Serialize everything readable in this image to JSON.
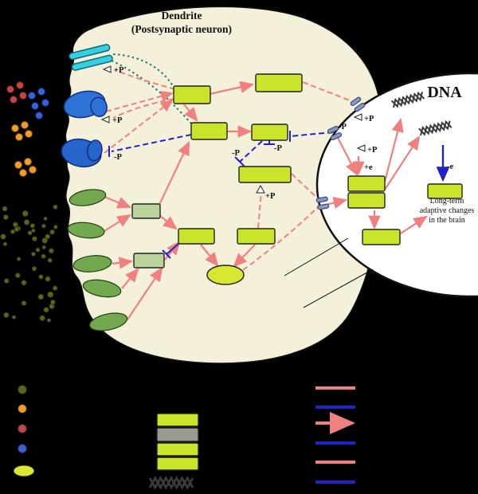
{
  "title": {
    "line1": "Dendrite",
    "line2": "(Postsynaptic neuron)"
  },
  "nucleus": {
    "dna_label": "DNA",
    "longterm_note": "Long-term adaptive changes in the brain"
  },
  "labels": {
    "phosphorylate": "+P",
    "dephosphorylate": "-P",
    "increase_expression": "+e",
    "decrease_expression": "-e"
  },
  "colors": {
    "background": "#000000",
    "cell_fill": "#f5f0da",
    "nucleus_fill": "#ffffff",
    "signal_box_fill": "#cbe32b",
    "pale_box_fill": "#b9d39b",
    "gray_box_fill": "#9a9a92",
    "activation_arrow": "#ef8080",
    "inhibition_arrow": "#2222cc",
    "channel_signal": "#1f7a6e",
    "receptor_channel": "#35cfe0",
    "receptor_gpcr": "#2e72d8",
    "gprotein_fill": "#72a84f",
    "dot_red": "#c14747",
    "dot_blue": "#3a62d8",
    "dot_orange": "#f09c2e",
    "dot_olive": "#5c6417",
    "vesicle_fill": "#d8e830",
    "nuclear_pore": "#8a97c0"
  }
}
